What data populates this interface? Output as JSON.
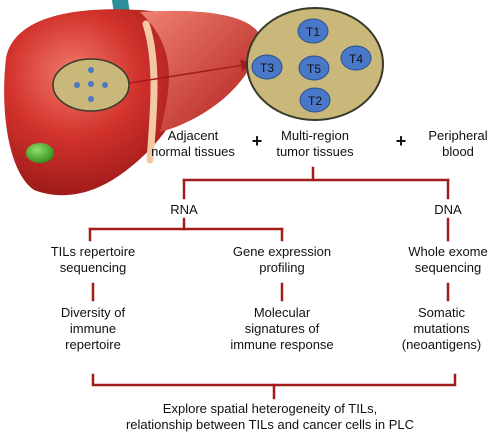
{
  "sources": {
    "adjacent": [
      "Adjacent",
      "normal tissues"
    ],
    "multiregion": [
      "Multi-region",
      "tumor tissues"
    ],
    "peripheral": [
      "Peripheral",
      "blood"
    ],
    "plus": "+"
  },
  "tumor_regions": [
    "T1",
    "T3",
    "T5",
    "T4",
    "T2"
  ],
  "branches": {
    "rna": "RNA",
    "dna": "DNA"
  },
  "methods": {
    "tils": [
      "TILs repertoire",
      "sequencing"
    ],
    "gene": [
      "Gene expression",
      "profiling"
    ],
    "wes": [
      "Whole exome",
      "sequencing"
    ]
  },
  "outcomes": {
    "diversity": [
      "Diversity of",
      "immune",
      "repertoire"
    ],
    "signatures": [
      "Molecular",
      "signatures of",
      "immune response"
    ],
    "somatic": [
      "Somatic",
      "mutations",
      "(neoantigens)"
    ]
  },
  "conclusion": [
    "Explore spatial heterogeneity of TILs,",
    "relationship between  TILs and cancer cells in PLC"
  ],
  "colors": {
    "connector": "#a21c1c",
    "liver": "#d2322c",
    "tumor_region_fill": "#c9b87a",
    "tumor_region_stroke": "#3a3a2a",
    "sample_dot": "#4a78c8",
    "gallbladder": "#49a82a"
  }
}
